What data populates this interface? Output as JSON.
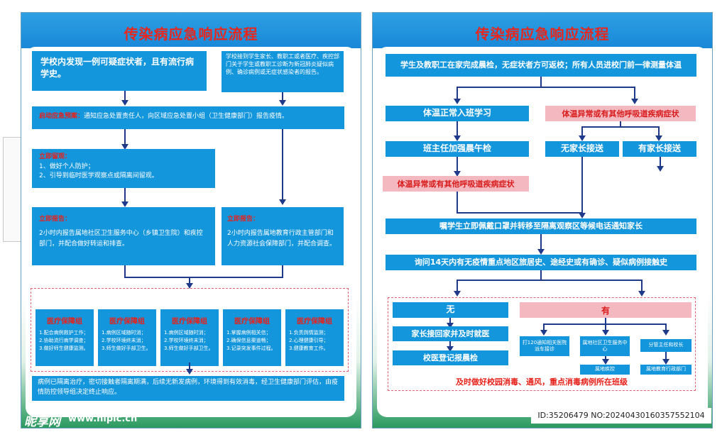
{
  "left": {
    "title": "传染病应急响应流程",
    "box1": "学校内发现一例可疑症状者，且有流行病学史。",
    "box2": "学校接到学生家长、教职工或者医疗、疾控部门关于学生或教职工诊断为新冠肺炎疑似病例、确诊病例或无症状感染者的报告。",
    "box3_label": "启动应急预案：",
    "box3_text": "通知应急处置责任人，向区域应急处置小组（卫生健康部门）报告疫情。",
    "box4_label": "立即留观：",
    "box4_line1": "1、做好个人防护；",
    "box4_line2": "2、引导到临时医学观察点或隔离间留观。",
    "box5_label": "立即报告：",
    "box5_text": "2小时内报告属地社区卫生服务中心（乡镇卫生院）和疾控部门，并配合做好转运和排查。",
    "box6_label": "立即报告：",
    "box6_text": "2小时内报告属地教育行政主管部门和人力资源社会保障部门，并配合调查。",
    "groups": [
      {
        "title": "医疗保障组",
        "l1": "1.配合病例救护工作；",
        "l2": "2.协助流行病学调查；",
        "l3": "3.做好师生健康监测。"
      },
      {
        "title": "医疗保障组",
        "l1": "1.病例区域随时消；",
        "l2": "2.学校环境终末消；",
        "l3": "3.师生做好手部卫生。"
      },
      {
        "title": "医疗保障组",
        "l1": "1.病例区域随时消；",
        "l2": "2.学校环境终末消；",
        "l3": "3.师生做好手部卫生。"
      },
      {
        "title": "医疗保障组",
        "l1": "1.掌握病例相关信；",
        "l2": "2.确保信息渠道畅；",
        "l3": "3.记录突发事件过程。"
      },
      {
        "title": "医疗保障组",
        "l1": "1.负责舆情监测；",
        "l2": "2.心理健康引导；",
        "l3": "3.健康教育工作。"
      }
    ],
    "final": "病例已隔离治疗，密切接触者隔离期满，后续无新发病例，环境得到有效消毒，经卫生健康部门评估，由疫情防控领导组决定终止响应。"
  },
  "right": {
    "title": "传染病应急响应流程",
    "top": "学生及教职工在家完成晨检，无症状者方可返校；所有人员进校门前一律测量体温",
    "normal": "体温正常入班学习",
    "abnormal": "体温异常或有其他呼吸道疾病症状",
    "check": "班主任加强晨午检",
    "no_parent": "无家长接送",
    "has_parent": "有家长接送",
    "abnormal2": "体温异常或有其他呼吸道疾病症状",
    "isolate": "嘱学生立即佩戴口罩并转移至隔离观察区等候电话通知家长",
    "inquire": "询问14天内有无疫情重点地区旅居史、途经史或有确诊、疑似病例接触史",
    "no": "无",
    "yes": "有",
    "go_home": "家长接回家并及时就医",
    "register": "校医登记报晨检",
    "call120": "打120通知相关医院派车接诊",
    "community": "属地社区卫生服务中心",
    "principal": "分管主任和校长",
    "cdc": "属地疾控",
    "edu": "属地教育行政部门",
    "footer": "及时做好校园消毒、通风，重点消毒病例所在班级"
  },
  "watermark": {
    "logo": "昵享网",
    "url": "www.nipic.cn",
    "id": "ID:35206479 NO:20240430160357552104"
  }
}
